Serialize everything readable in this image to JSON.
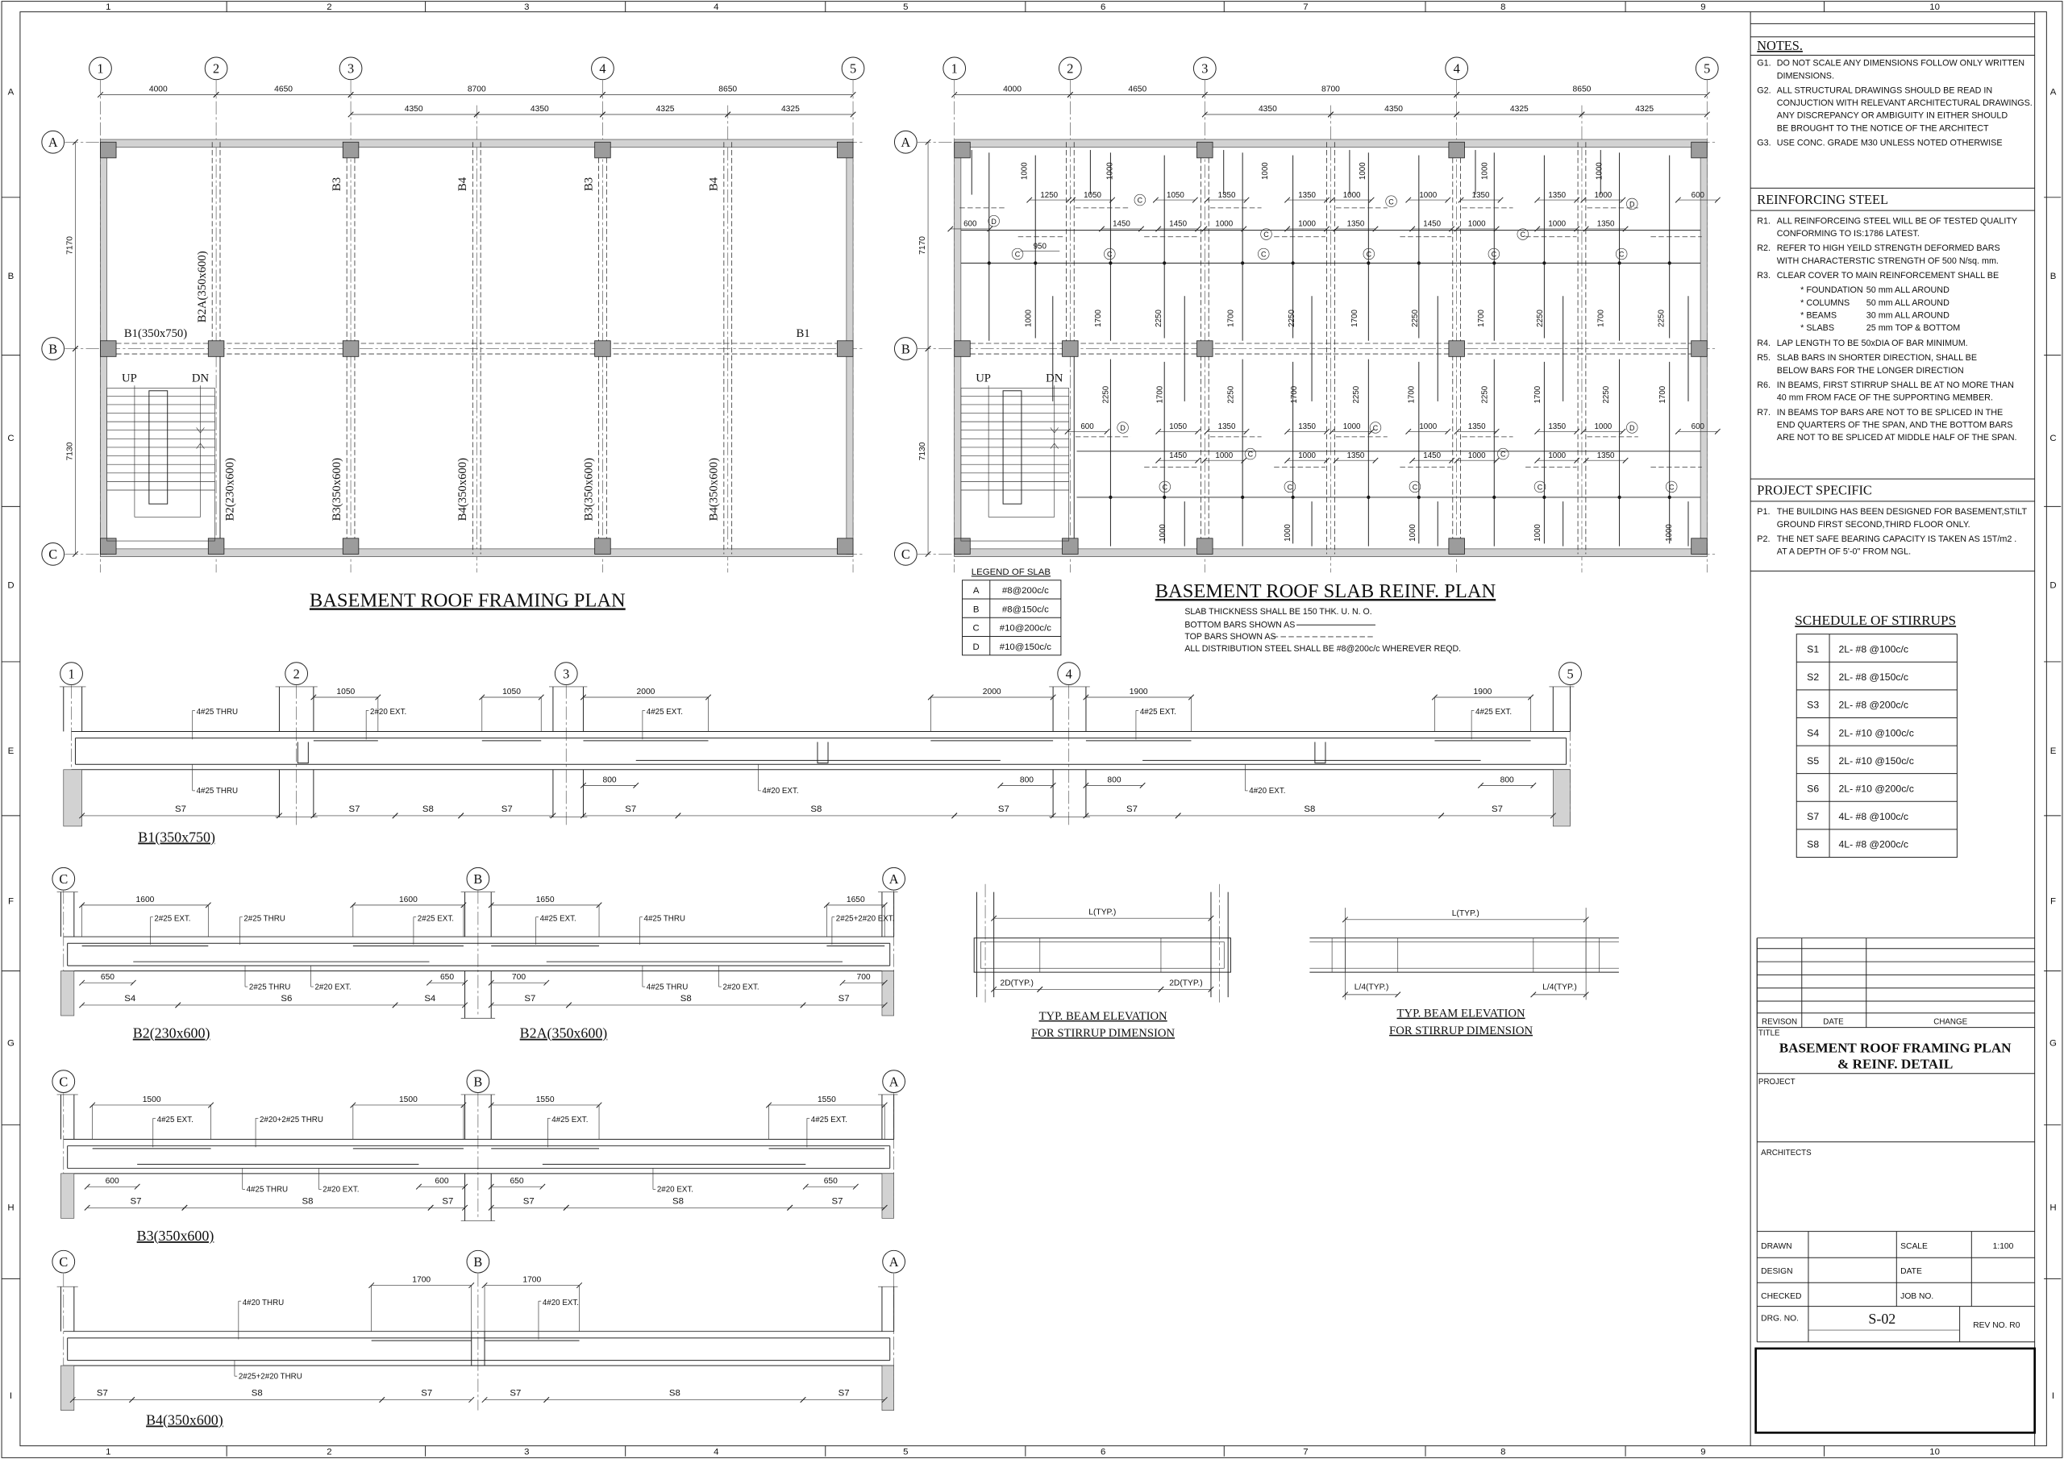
{
  "frame": {
    "columns": [
      "1",
      "2",
      "3",
      "4",
      "5",
      "6",
      "7",
      "8",
      "9",
      "10"
    ],
    "rows": [
      "A",
      "B",
      "C",
      "D",
      "E",
      "F",
      "G",
      "H",
      "I"
    ]
  },
  "framing_plan": {
    "title": "BASEMENT ROOF FRAMING PLAN",
    "grid_x": [
      "1",
      "2",
      "3",
      "4",
      "5"
    ],
    "grid_y": [
      "A",
      "B",
      "C"
    ],
    "spans_x": [
      "4000",
      "4650",
      "8700",
      "8650"
    ],
    "sub_spans_x": [
      "4350",
      "4350",
      "4325",
      "4325"
    ],
    "spans_y": [
      "7170",
      "7130"
    ],
    "upper_beam_labels": [
      "B3",
      "B4",
      "B3",
      "B4"
    ],
    "lower_beam_labels": [
      "B2(230x600)",
      "B3(350x600)",
      "B4(350x600)",
      "B3(350x600)",
      "B4(350x600)"
    ],
    "b2a_label": "B2A(350x600)",
    "b1_label": "B1(350x750)",
    "b1_label_end": "B1",
    "stair_up": "UP",
    "stair_dn": "DN"
  },
  "slab_plan": {
    "title": "BASEMENT ROOF SLAB REINF. PLAN",
    "grid_x": [
      "1",
      "2",
      "3",
      "4",
      "5"
    ],
    "grid_y": [
      "A",
      "B",
      "C"
    ],
    "spans_x": [
      "4000",
      "4650",
      "8700",
      "8650"
    ],
    "sub_spans_x": [
      "4350",
      "4350",
      "4325",
      "4325"
    ],
    "spans_y": [
      "7170",
      "7130"
    ],
    "stair_up": "UP",
    "stair_dn": "DN",
    "upper_top_row": [
      "1250",
      "1050",
      "1050",
      "1350",
      "1350",
      "1000",
      "1000",
      "1350",
      "1350",
      "1000",
      "600"
    ],
    "upper_second_row": [
      "600",
      "1450",
      "1450",
      "1000",
      "1000",
      "1350",
      "1450",
      "1000",
      "1000",
      "1350"
    ],
    "upper_extra": "950",
    "lower_top_row": [
      "600",
      "1050",
      "1350",
      "1350",
      "1000",
      "1000",
      "1350",
      "1350",
      "1000",
      "600"
    ],
    "lower_second_row": [
      "1450",
      "1000",
      "1000",
      "1350",
      "1450",
      "1000",
      "1000",
      "1350"
    ],
    "upper_vertical_top": [
      "1000",
      "1000",
      "1000",
      "1000",
      "1000",
      "1000"
    ],
    "upper_vertical_bottom": [
      "1000",
      "1700",
      "2250",
      "1700",
      "2250",
      "1700",
      "2250",
      "1700",
      "2250",
      "1700",
      "2250"
    ],
    "lower_vertical_top": [
      "2250",
      "1700",
      "2250",
      "1700",
      "2250",
      "1700",
      "2250",
      "1700",
      "2250",
      "1700"
    ],
    "lower_vertical_bottom": [
      "1000",
      "1000",
      "1000",
      "1000",
      "1000"
    ],
    "upper_bar_tags": [
      "D",
      "C",
      "C",
      "C",
      "C",
      "D"
    ],
    "upper_row_tags": [
      "C",
      "C",
      "C",
      "C",
      "C",
      "C"
    ],
    "lower_bar_tags": [
      "D",
      "C",
      "C",
      "C",
      "D"
    ],
    "lower_row_tags": [
      "C",
      "C",
      "C",
      "C",
      "C"
    ],
    "notes": [
      "SLAB THICKNESS SHALL BE 150 THK. U. N. O.",
      "BOTTOM BARS SHOWN AS",
      "TOP BARS SHOWN AS",
      "ALL DISTRIBUTION STEEL SHALL BE  #8@200c/c WHEREVER REQD."
    ]
  },
  "slab_legend": {
    "title": "LEGEND OF SLAB",
    "rows": [
      {
        "mark": "A",
        "spec": "#8@200c/c"
      },
      {
        "mark": "B",
        "spec": "#8@150c/c"
      },
      {
        "mark": "C",
        "spec": "#10@200c/c"
      },
      {
        "mark": "D",
        "spec": "#10@150c/c"
      }
    ]
  },
  "beam_details": {
    "b1": {
      "title": "B1(350x750)",
      "grids": [
        "1",
        "2",
        "3",
        "4",
        "5"
      ],
      "top_dims": [
        "1050",
        "1050",
        "2000",
        "2000",
        "1900",
        "1900"
      ],
      "top_callouts": [
        "4#25 THRU",
        "2#20 EXT.",
        "4#25 EXT.",
        "4#25 EXT.",
        "4#25 EXT."
      ],
      "bottom_callouts": [
        "4#25 THRU",
        "4#20 EXT.",
        "4#20 EXT."
      ],
      "bottom_dims": [
        "800",
        "800",
        "800",
        "800"
      ],
      "stirrup_zones": [
        "S7",
        "S7",
        "S8",
        "S7",
        "S7",
        "S8",
        "S7",
        "S7",
        "S8",
        "S7"
      ]
    },
    "b2": {
      "title": "B2(230x600)",
      "title_2": "B2A(350x600)",
      "grids": [
        "C",
        "B",
        "A"
      ],
      "top_dims": [
        "1600",
        "1600",
        "1650",
        "1650"
      ],
      "top_callouts": [
        "2#25 EXT.",
        "2#25 THRU",
        "2#25 EXT.",
        "4#25 EXT.",
        "4#25 THRU",
        "2#25+2#20 EXT."
      ],
      "bottom_callouts": [
        "2#25 THRU",
        "2#20 EXT.",
        "4#25 THRU",
        "2#20 EXT."
      ],
      "bottom_dims": [
        "650",
        "650",
        "700",
        "700"
      ],
      "stirrup_zones": [
        "S4",
        "S6",
        "S4",
        "S7",
        "S8",
        "S7"
      ]
    },
    "b3": {
      "title": "B3(350x600)",
      "grids": [
        "C",
        "B",
        "A"
      ],
      "top_dims": [
        "1500",
        "1500",
        "1550",
        "1550"
      ],
      "top_callouts": [
        "4#25 EXT.",
        "2#20+2#25 THRU",
        "4#25 EXT.",
        "4#25 EXT."
      ],
      "bottom_callouts": [
        "4#25 THRU",
        "2#20 EXT.",
        "2#20 EXT."
      ],
      "bottom_dims": [
        "600",
        "600",
        "650",
        "650"
      ],
      "stirrup_zones": [
        "S7",
        "S8",
        "S7",
        "S7",
        "S8",
        "S7"
      ]
    },
    "b4": {
      "title": "B4(350x600)",
      "grids": [
        "C",
        "B",
        "A"
      ],
      "top_dims": [
        "1700",
        "1700"
      ],
      "top_callouts": [
        "4#20 THRU",
        "4#20 EXT."
      ],
      "bottom_callouts": [
        "2#25+2#20 THRU"
      ],
      "bottom_dims": [],
      "stirrup_zones": [
        "S7",
        "S8",
        "S7",
        "S7",
        "S8",
        "S7"
      ]
    }
  },
  "typical_elevations": [
    {
      "span_label": "L(TYP.)",
      "end_labels": [
        "2D(TYP.)",
        "2D(TYP.)"
      ],
      "title_lines": [
        "TYP. BEAM ELEVATION",
        "FOR STIRRUP DIMENSION"
      ]
    },
    {
      "span_label": "L(TYP.)",
      "end_labels": [
        "L/4(TYP.)",
        "L/4(TYP.)"
      ],
      "title_lines": [
        "TYP. BEAM ELEVATION",
        "FOR STIRRUP DIMENSION"
      ]
    }
  ],
  "stirrup_schedule": {
    "title": "SCHEDULE OF STIRRUPS",
    "rows": [
      {
        "mark": "S1",
        "spec": "2L- #8 @100c/c"
      },
      {
        "mark": "S2",
        "spec": "2L- #8 @150c/c"
      },
      {
        "mark": "S3",
        "spec": "2L- #8 @200c/c"
      },
      {
        "mark": "S4",
        "spec": "2L- #10 @100c/c"
      },
      {
        "mark": "S5",
        "spec": "2L- #10 @150c/c"
      },
      {
        "mark": "S6",
        "spec": "2L- #10 @200c/c"
      },
      {
        "mark": "S7",
        "spec": "4L- #8 @100c/c"
      },
      {
        "mark": "S8",
        "spec": "4L- #8 @200c/c"
      }
    ]
  },
  "notes": {
    "general_title": "NOTES.",
    "general": [
      [
        "G1.",
        "DO NOT SCALE ANY DIMENSIONS FOLLOW ONLY WRITTEN",
        "DIMENSIONS."
      ],
      [
        "G2.",
        "ALL STRUCTURAL DRAWINGS SHOULD  BE  READ IN",
        "CONJUCTION WITH RELEVANT ARCHITECTURAL DRAWINGS.",
        "ANY DISCREPANCY OR AMBIGUITY IN EITHER SHOULD",
        "BE BROUGHT TO THE NOTICE OF THE ARCHITECT"
      ],
      [
        "G3.",
        "USE CONC. GRADE M30 UNLESS NOTED OTHERWISE"
      ]
    ],
    "steel_title": "REINFORCING STEEL",
    "steel": [
      [
        "R1.",
        "ALL REINFORCEING STEEL WILL BE OF TESTED QUALITY",
        "CONFORMING TO IS:1786 LATEST."
      ],
      [
        "R2.",
        "REFER TO HIGH YEILD STRENGTH DEFORMED BARS",
        "WITH CHARACTERSTIC STRENGTH OF 500 N/sq. mm."
      ],
      [
        "R3.",
        "CLEAR COVER TO MAIN REINFORCEMENT SHALL BE"
      ]
    ],
    "cover": [
      {
        "item": "* FOUNDATION",
        "value": "50 mm ALL AROUND"
      },
      {
        "item": "* COLUMNS",
        "value": "50 mm ALL AROUND"
      },
      {
        "item": "* BEAMS",
        "value": "30 mm ALL AROUND"
      },
      {
        "item": "* SLABS",
        "value": "25 mm TOP & BOTTOM"
      }
    ],
    "steel_more": [
      [
        "R4.",
        "LAP LENGTH TO BE 50xDIA OF BAR MINIMUM."
      ],
      [
        "R5.",
        "SLAB BARS IN SHORTER DIRECTION, SHALL BE",
        "BELOW BARS FOR THE LONGER DIRECTION"
      ],
      [
        "R6.",
        "IN BEAMS, FIRST STIRRUP SHALL BE AT NO MORE THAN",
        "40 mm FROM FACE OF THE SUPPORTING MEMBER."
      ],
      [
        "R7.",
        "IN BEAMS TOP BARS ARE NOT TO BE SPLICED IN THE",
        "END QUARTERS OF THE SPAN, AND THE BOTTOM BARS",
        "ARE NOT TO BE SPLICED AT MIDDLE HALF OF THE SPAN."
      ]
    ],
    "project_title": "PROJECT SPECIFIC",
    "project": [
      [
        "P1.",
        "THE BUILDING HAS BEEN DESIGNED FOR BASEMENT,STILT",
        "GROUND FIRST SECOND,THIRD FLOOR ONLY."
      ],
      [
        "P2.",
        "THE NET SAFE BEARING CAPACITY IS TAKEN AS 15T/m2 .",
        "AT A DEPTH OF 5'-0\" FROM NGL."
      ]
    ]
  },
  "title_block": {
    "revision_headers": [
      "REVISON",
      "DATE",
      "CHANGE"
    ],
    "title_label": "TITLE",
    "title_lines": [
      "BASEMENT  ROOF  FRAMING  PLAN",
      "& REINF.  DETAIL"
    ],
    "project_label": "PROJECT",
    "architects_label": "ARCHITECTS",
    "drawn_label": "DRAWN",
    "design_label": "DESIGN",
    "checked_label": "CHECKED",
    "scale_label": "SCALE",
    "scale_value": "1:100",
    "date_label": "DATE",
    "job_label": "JOB NO.",
    "drg_label": "DRG. NO.",
    "drg_value": "S-02",
    "rev_label": "REV NO. R0"
  }
}
